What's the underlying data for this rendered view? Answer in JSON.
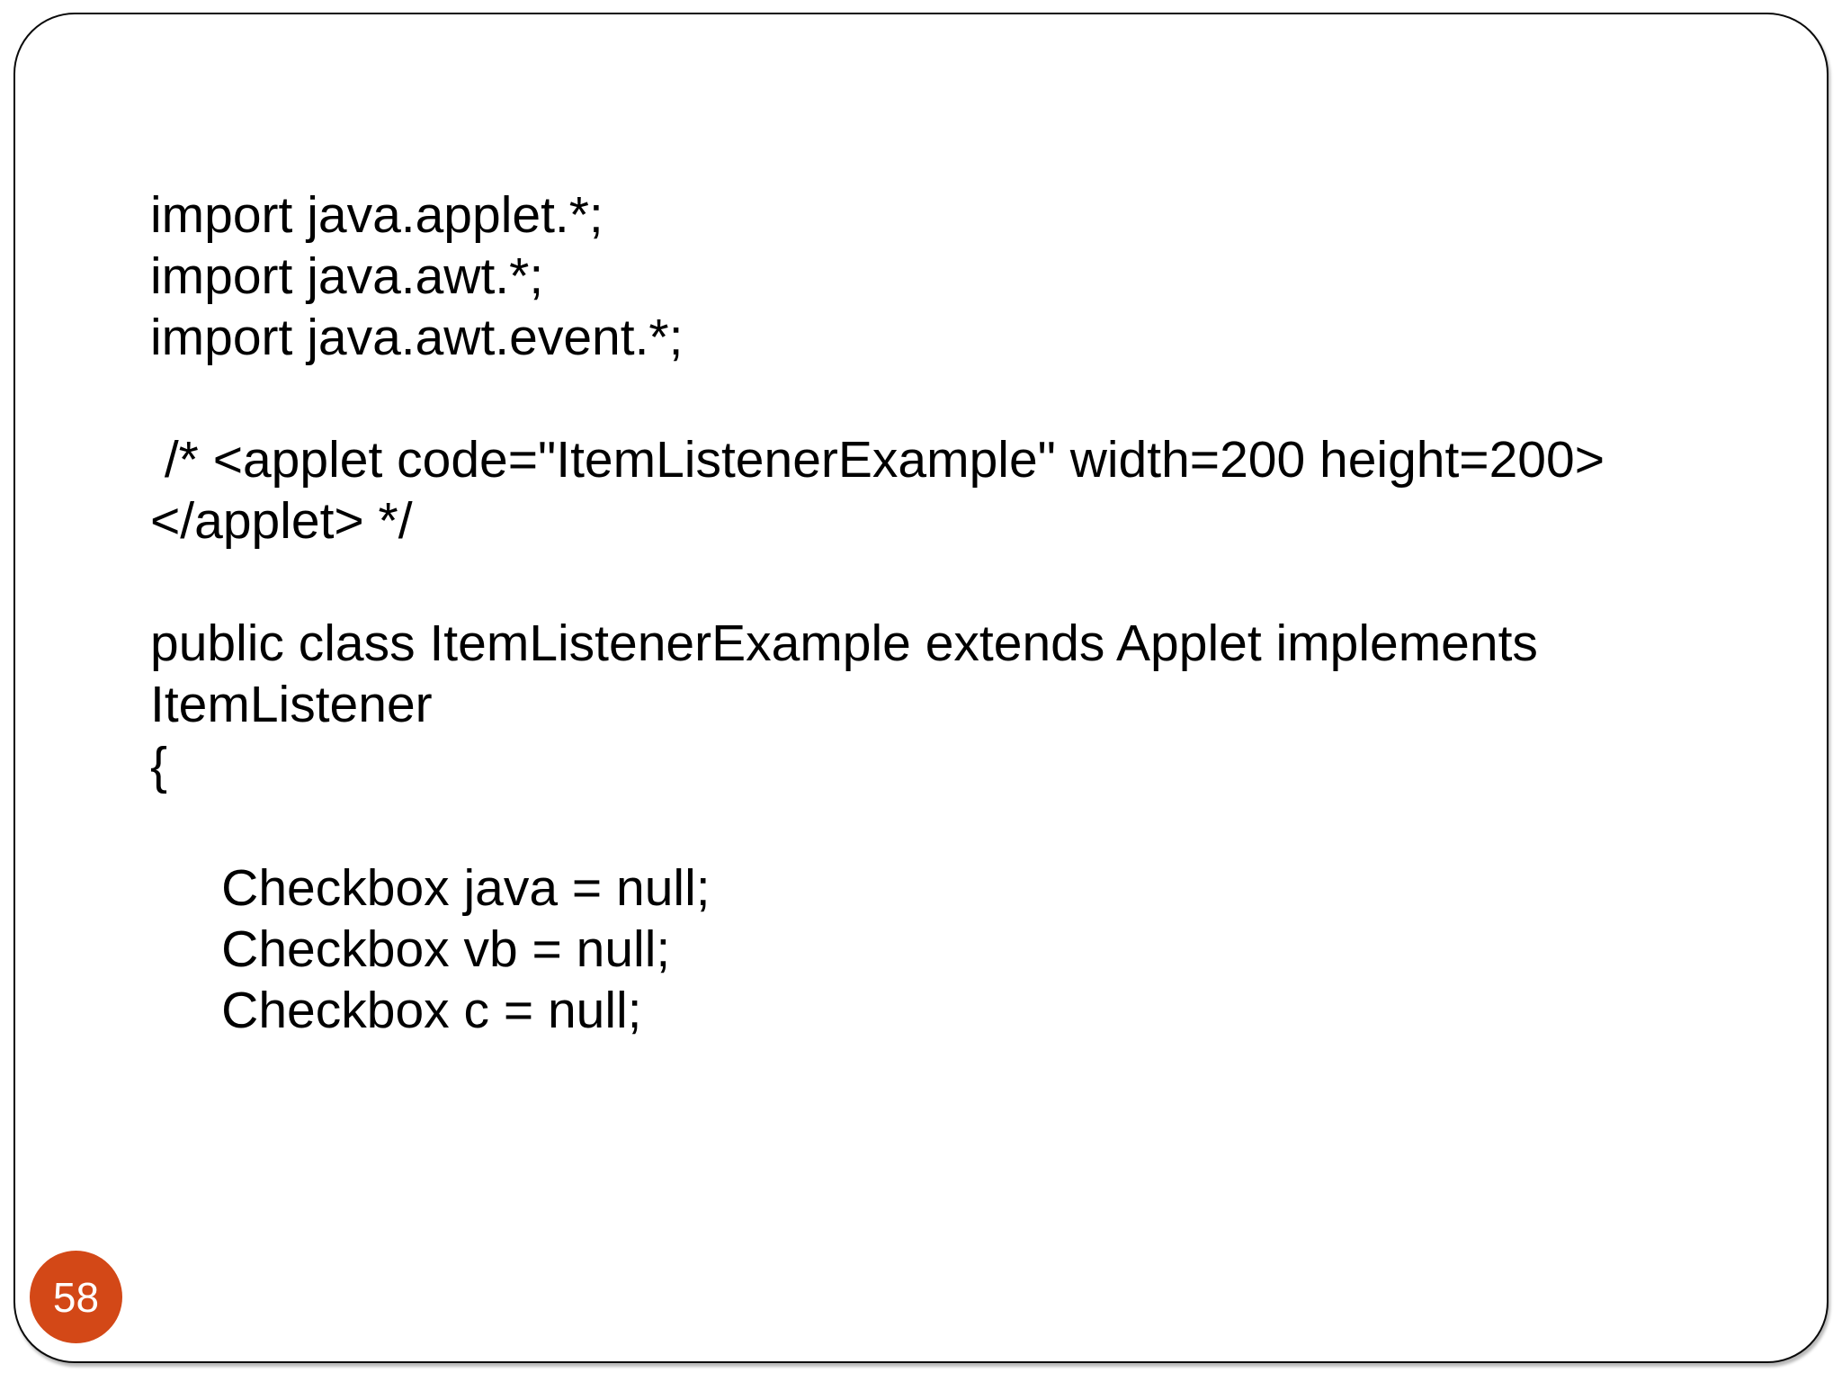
{
  "slide": {
    "page_number": "58",
    "badge_color": "#D34817",
    "code_lines": [
      "import java.applet.*;",
      "import java.awt.*;",
      "import java.awt.event.*;",
      "",
      " /* <applet code=\"ItemListenerExample\" width=200 height=200>",
      "</applet> */",
      "",
      "public class ItemListenerExample extends Applet implements",
      "ItemListener",
      "{",
      "",
      "     Checkbox java = null;",
      "     Checkbox vb = null;",
      "     Checkbox c = null;"
    ]
  }
}
